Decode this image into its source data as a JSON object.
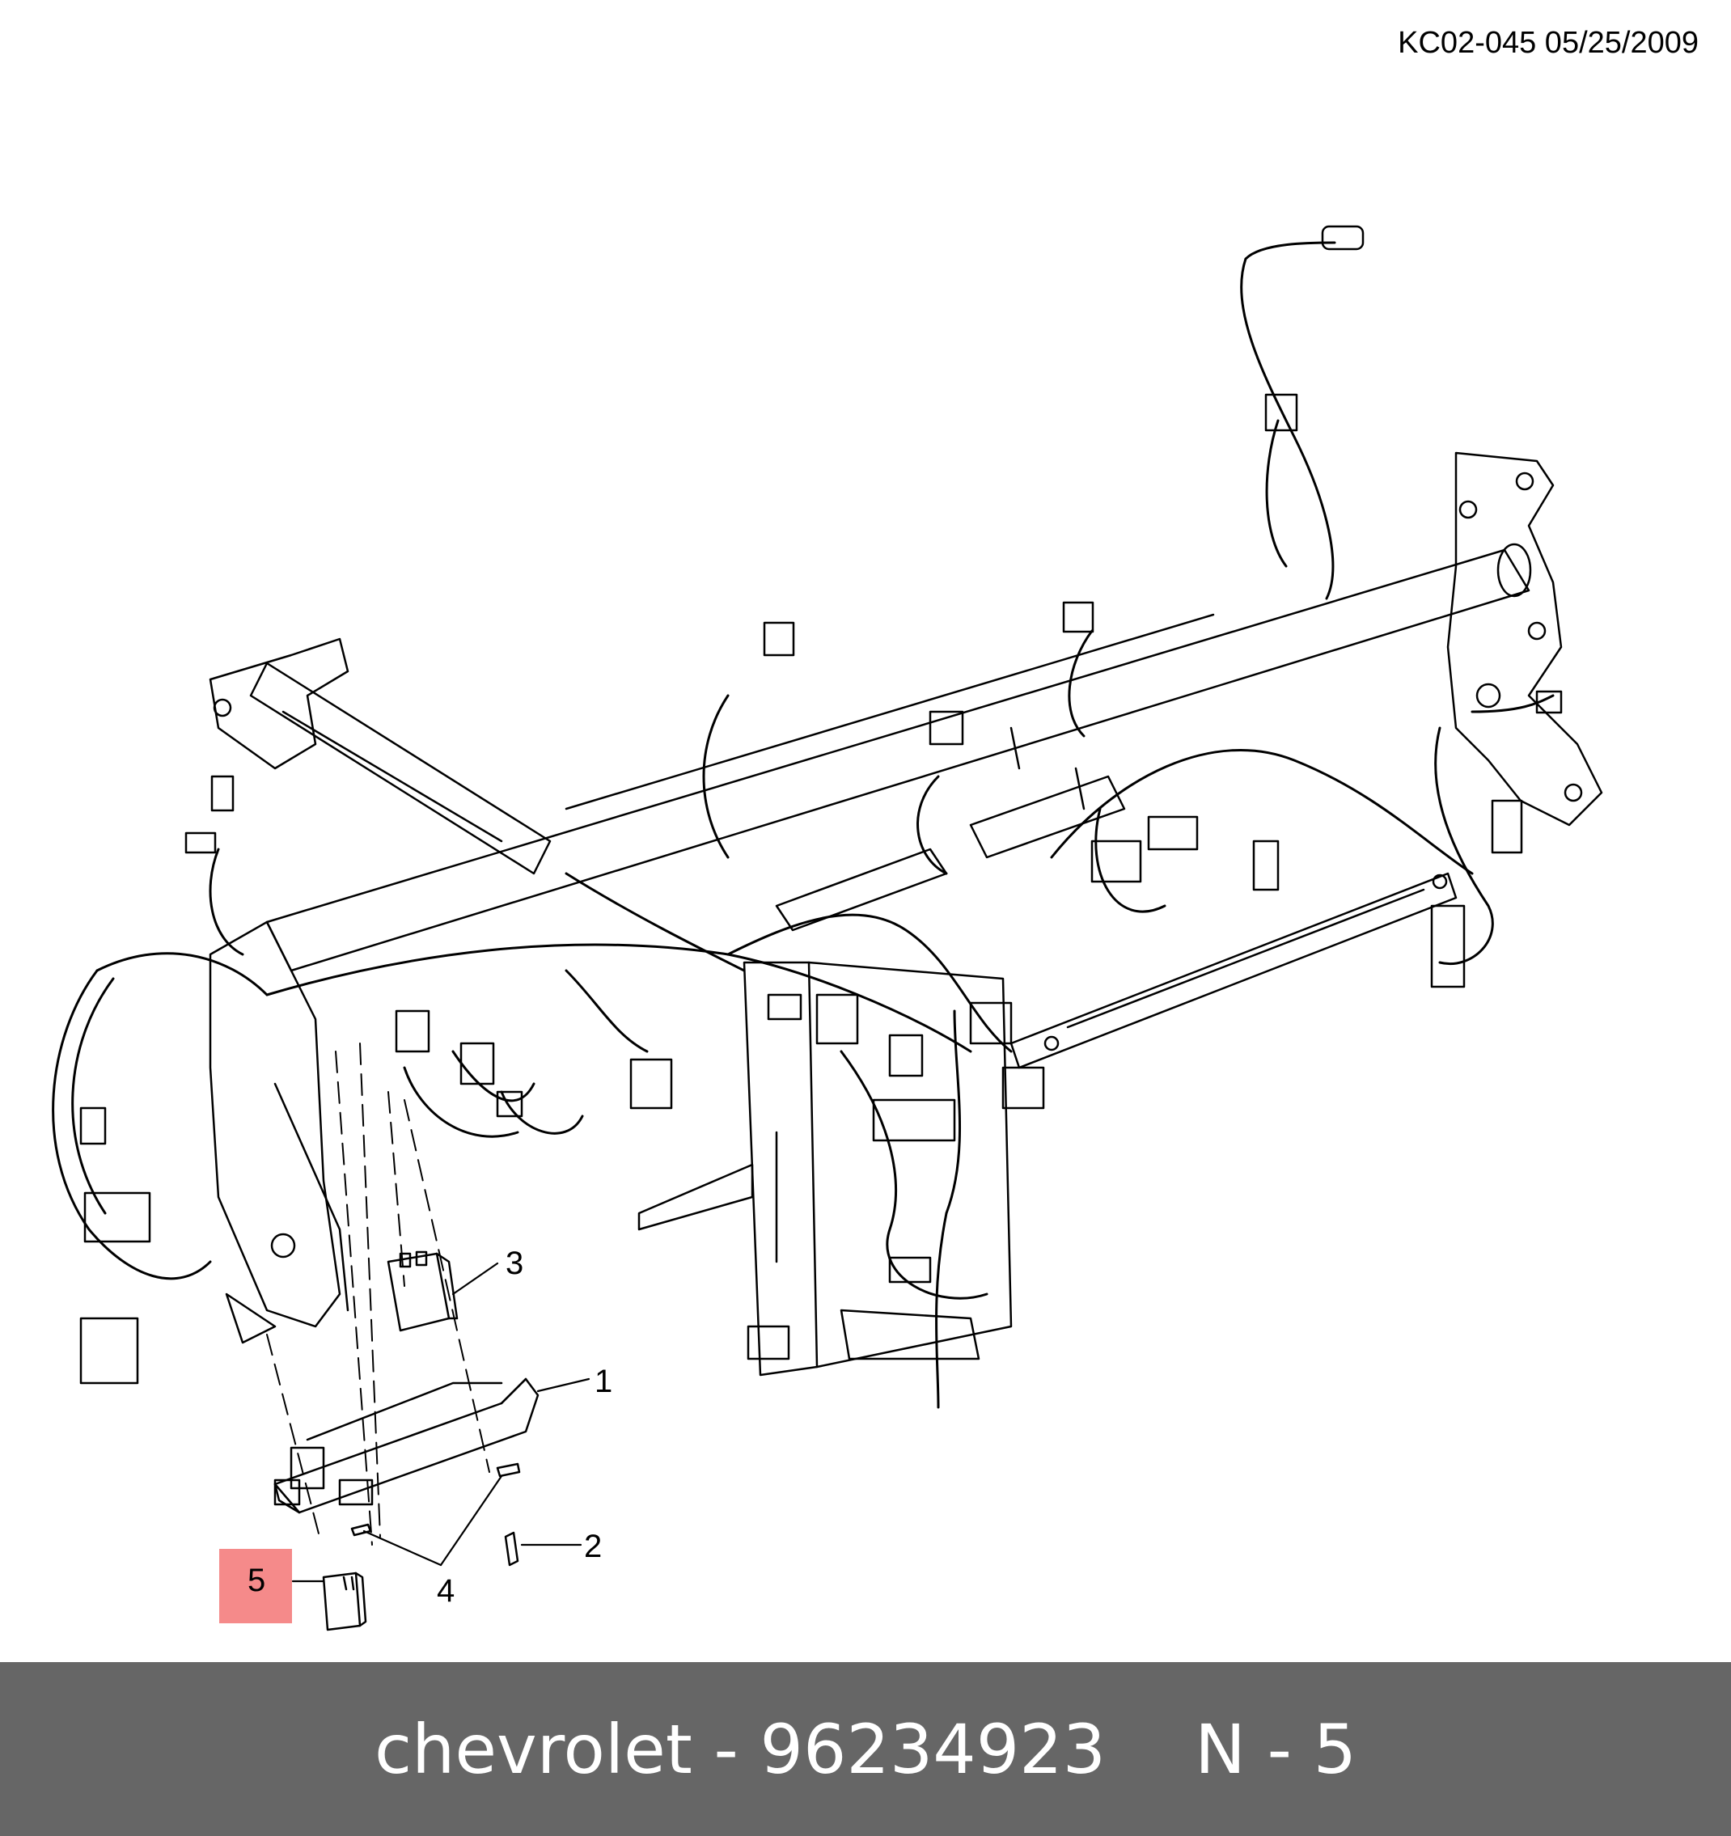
{
  "header": {
    "reference": "KC02-045 05/25/2009"
  },
  "callouts": [
    {
      "id": "1",
      "label": "1"
    },
    {
      "id": "2",
      "label": "2"
    },
    {
      "id": "3",
      "label": "3"
    },
    {
      "id": "4",
      "label": "4"
    },
    {
      "id": "5",
      "label": "5",
      "highlighted": true
    }
  ],
  "colors": {
    "highlight": "#f58a8a",
    "footer_bg": "#666666",
    "footer_text": "#ffffff",
    "line": "#000000"
  },
  "footer": {
    "brand": "chevrolet",
    "separator": " - ",
    "part_number": "96234923",
    "note": "N - 5"
  }
}
